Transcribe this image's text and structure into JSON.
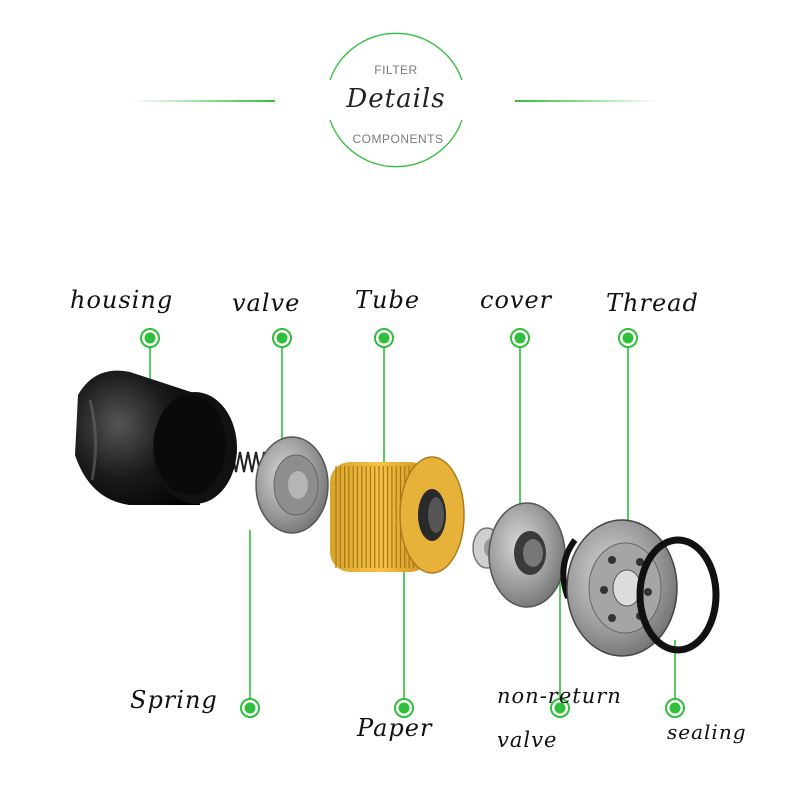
{
  "header": {
    "top_text": "FILTER",
    "title": "Details",
    "bottom_text": "COMPONENTS"
  },
  "labels": {
    "housing": "housing",
    "valve": "valve",
    "tube": "Tube",
    "cover": "cover",
    "thread": "Thread",
    "spring": "Spring",
    "paper": "Paper",
    "non_return": "non-return",
    "non_return_2": "valve",
    "sealing": "sealing"
  },
  "colors": {
    "accent": "#2fbf3a",
    "text": "#111111"
  }
}
